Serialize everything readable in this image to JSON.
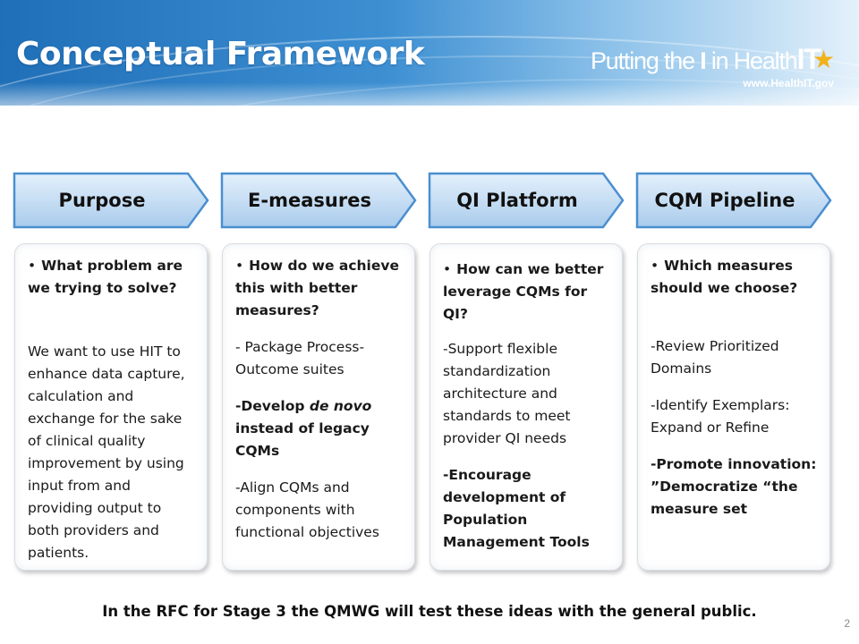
{
  "slide": {
    "title": "Conceptual Framework",
    "page_number": "2"
  },
  "logo": {
    "part1": "Putting the ",
    "part2": "I",
    "part3": " in Health",
    "part4": "IT",
    "url": "www.HealthIT.gov"
  },
  "colors": {
    "chevron_fill": "#cfe4f7",
    "chevron_edge": "#4a8fd0",
    "banner_dark": "#1f6fb8",
    "logo_star": "#f2b21a"
  },
  "chevrons": [
    "Purpose",
    "E-measures",
    "QI Platform",
    "CQM Pipeline"
  ],
  "columns": [
    {
      "question_bullet": "•",
      "question": "What problem are we trying to solve?",
      "body": "We want to use  HIT to enhance data capture, calculation and exchange for the sake of clinical quality improvement by using input from and providing output to both providers and patients."
    },
    {
      "question_bullet": "•",
      "question": "How do we achieve this with better measures?",
      "item1": "- Package Process-Outcome suites",
      "item2_pre": "-Develop ",
      "item2_em": "de novo",
      "item2_post": " instead of legacy CQMs",
      "item3": "-Align CQMs and components with functional objectives"
    },
    {
      "question_bullet": "•",
      "question": "How can we better leverage CQMs for QI?",
      "item1": "-Support flexible standardization architecture and standards to meet provider QI needs",
      "item2": "-Encourage development of Population Management Tools"
    },
    {
      "question_bullet": "•",
      "question": "Which measures should we choose?",
      "item1": "-Review Prioritized Domains",
      "item2": "-Identify Exemplars: Expand or Refine",
      "item3": "-Promote innovation: ”Democratize “the measure set"
    }
  ],
  "footer": {
    "note": "In the RFC for Stage 3 the QMWG will test these ideas with the general public."
  }
}
